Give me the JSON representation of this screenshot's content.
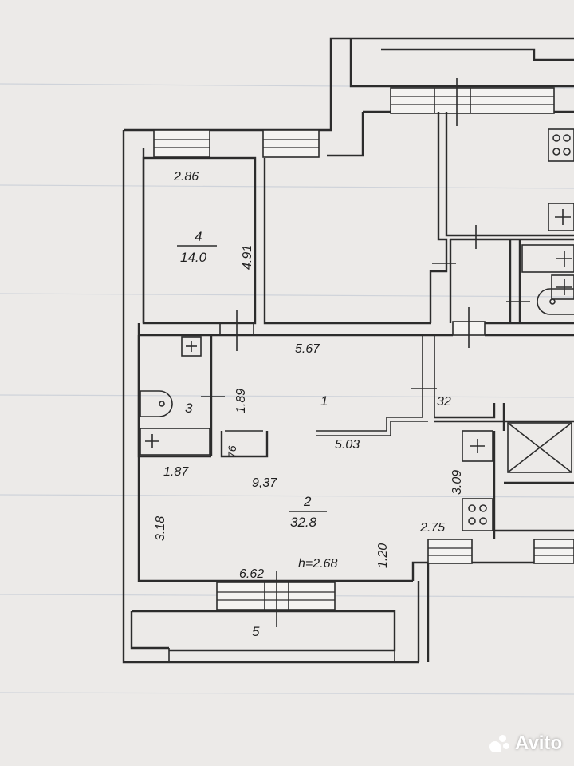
{
  "rooms": [
    {
      "id": "room-1",
      "number": "1",
      "area": ""
    },
    {
      "id": "room-2",
      "number": "2",
      "area": "32.8"
    },
    {
      "id": "room-3",
      "number": "3",
      "area": ""
    },
    {
      "id": "room-4",
      "number": "4",
      "area": "14.0"
    },
    {
      "id": "room-5",
      "number": "5",
      "area": ""
    }
  ],
  "dimensions": {
    "room4_width": "2.86",
    "room4_length": "4.91",
    "hall_top": "5.67",
    "hall_depth": "1.89",
    "partition": "5.03",
    "niche": "76",
    "small_dim": "32",
    "room3_width": "1.87",
    "room2_length": "9,37",
    "room2_depth": "3.18",
    "kitchen_depth": "3.09",
    "kitchen_width": "2.75",
    "jog": "1.20",
    "bottom_width": "6.62",
    "ceiling_height": "h=2.68"
  },
  "watermark": {
    "brand": "Avito"
  },
  "colors": {
    "paper": "#eceae8",
    "ink": "#2c2c2c"
  }
}
